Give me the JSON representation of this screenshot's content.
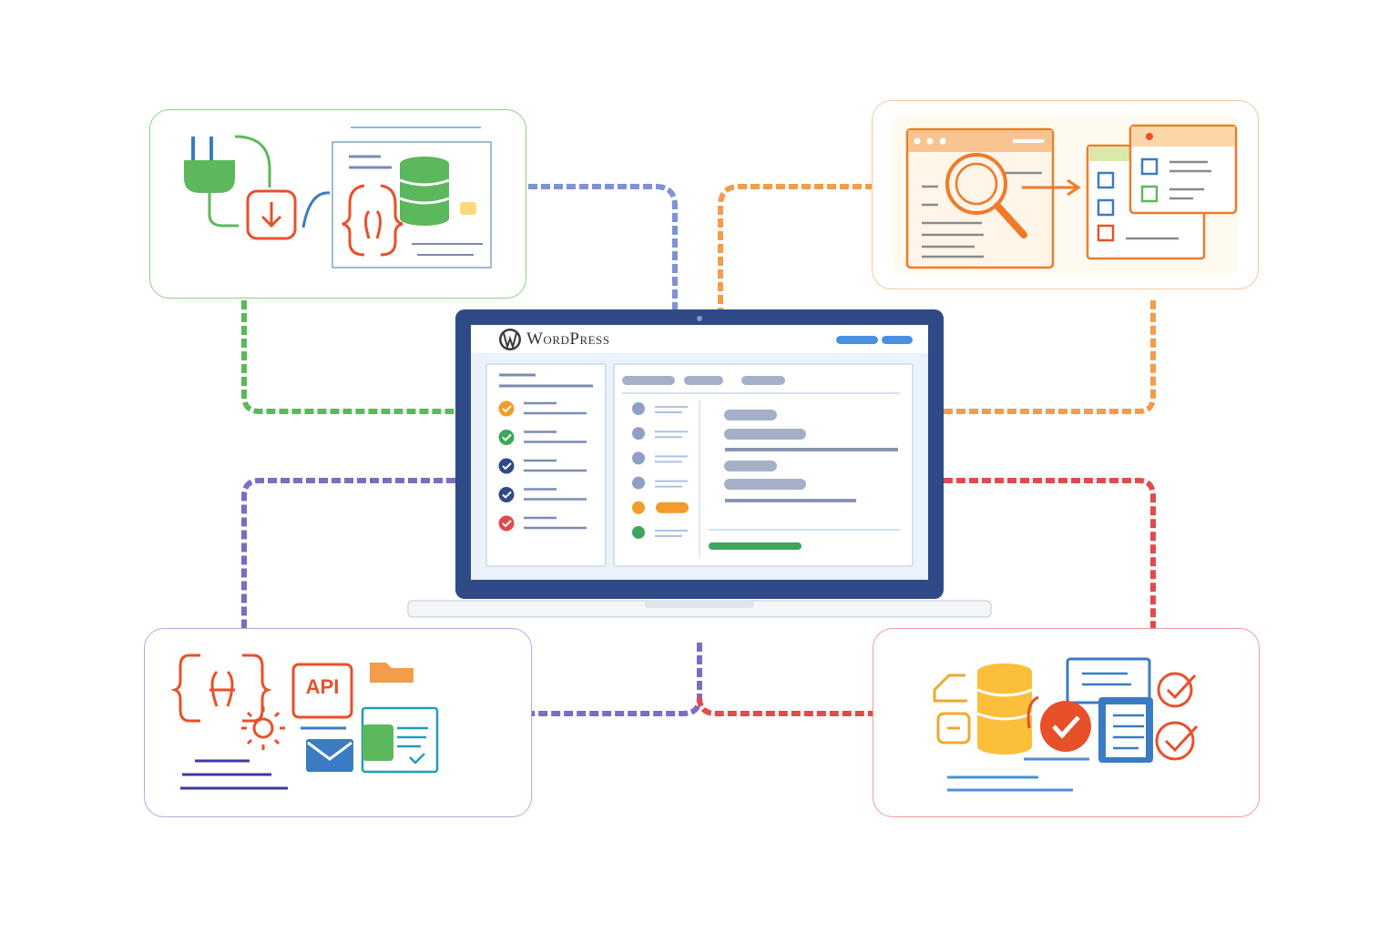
{
  "laptop": {
    "brand_label": "WordPress",
    "logo_icon": "wordpress-logo-icon",
    "sidebar_status_icons": [
      "check-orange",
      "check-green",
      "check-blue",
      "check-blue",
      "check-red"
    ],
    "content_status_icons": [
      "slate",
      "slate",
      "slate",
      "slate",
      "orange",
      "green"
    ]
  },
  "cards": {
    "top_left": {
      "icons": [
        "plug-icon",
        "download-icon",
        "code-braces-icon",
        "database-icon",
        "document-panel-icon"
      ],
      "accent": "#5cb85c"
    },
    "top_right": {
      "icons": [
        "search-icon",
        "browser-window-icon",
        "arrow-right-icon",
        "checklist-panel-icon"
      ],
      "accent": "#f39c4a"
    },
    "bottom_left": {
      "icons": [
        "code-braces-icon",
        "api-icon",
        "gear-icon",
        "folder-icon",
        "mail-icon",
        "id-card-icon"
      ],
      "accent": "#7b6cc4",
      "api_label": "API"
    },
    "bottom_right": {
      "icons": [
        "tag-icon",
        "database-icon",
        "check-badge-icon",
        "document-icon",
        "check-circle-icon"
      ],
      "accent": "#e04b4b"
    }
  },
  "colors": {
    "green": "#5cb85c",
    "orange": "#f39c4a",
    "purple": "#7b6cc4",
    "red": "#e04b4b",
    "blue_dash": "#7f92d6",
    "laptop_frame": "#2f4a86",
    "screen_bg": "#eaf3fb"
  }
}
